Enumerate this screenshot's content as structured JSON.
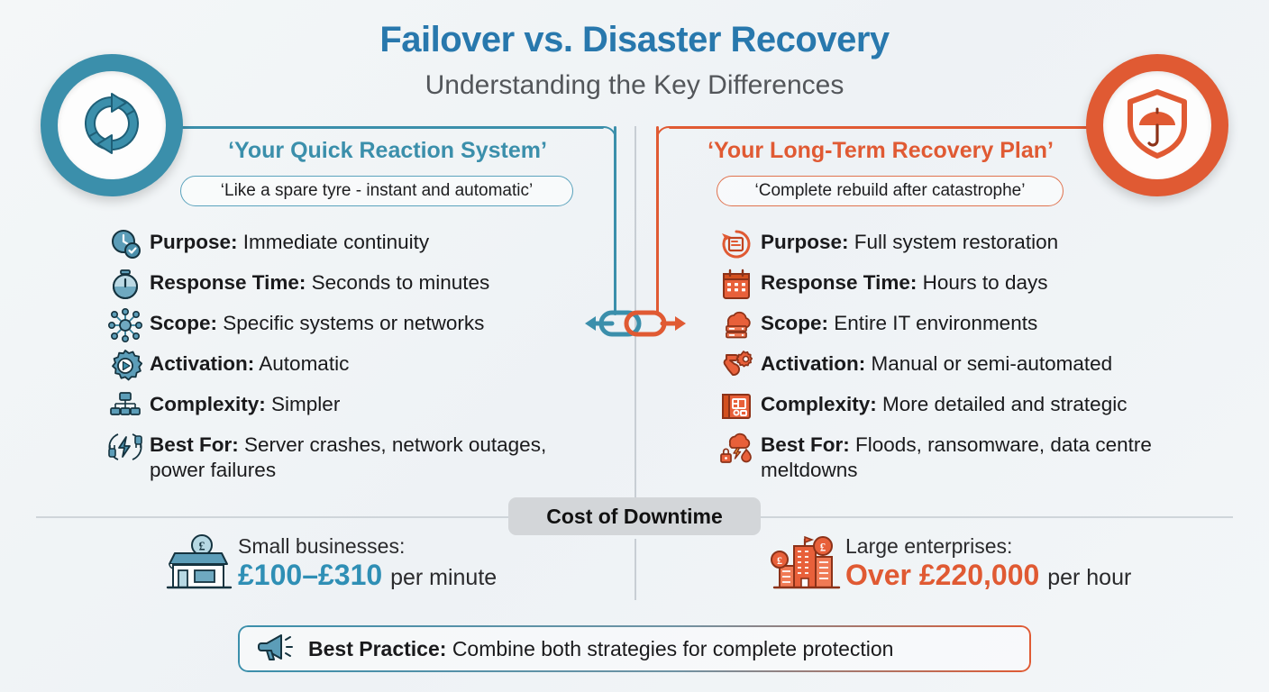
{
  "header": {
    "title": "Failover vs. Disaster Recovery",
    "subtitle": "Understanding the Key Differences"
  },
  "colors": {
    "title_blue": "#2878ad",
    "teal": "#3b8fab",
    "orange": "#e05a33",
    "background": "#f2f5f7",
    "divider": "#c8ced4"
  },
  "badges": {
    "left": {
      "icon": "sync-refresh-icon",
      "color": "#3b8fab"
    },
    "right": {
      "icon": "shield-umbrella-icon",
      "color": "#e05a33"
    }
  },
  "connector": {
    "icon": "chain-link-icon"
  },
  "left_column": {
    "heading": "‘Your Quick Reaction System’",
    "pill": "‘Like a spare tyre - instant and automatic’",
    "items": [
      {
        "icon": "clock-check-icon",
        "label": "Purpose:",
        "value": "Immediate continuity"
      },
      {
        "icon": "stopwatch-icon",
        "label": "Response Time:",
        "value": "Seconds to minutes"
      },
      {
        "icon": "network-nodes-icon",
        "label": "Scope:",
        "value": "Specific systems or networks"
      },
      {
        "icon": "gear-play-icon",
        "label": "Activation:",
        "value": "Automatic"
      },
      {
        "icon": "hierarchy-icon",
        "label": "Complexity:",
        "value": "Simpler"
      },
      {
        "icon": "power-plug-bolt-icon",
        "label": "Best For:",
        "value": "Server crashes, network outages, power failures"
      }
    ]
  },
  "right_column": {
    "heading": "‘Your Long-Term Recovery Plan’",
    "pill": "‘Complete rebuild after catastrophe’",
    "items": [
      {
        "icon": "restore-arrow-icon",
        "label": "Purpose:",
        "value": "Full system restoration"
      },
      {
        "icon": "calendar-icon",
        "label": "Response Time:",
        "value": "Hours to days"
      },
      {
        "icon": "cloud-server-icon",
        "label": "Scope:",
        "value": "Entire IT environments"
      },
      {
        "icon": "hand-gear-icon",
        "label": "Activation:",
        "value": "Manual or semi-automated"
      },
      {
        "icon": "blueprint-icon",
        "label": "Complexity:",
        "value": "More detailed and strategic"
      },
      {
        "icon": "storm-fire-lock-icon",
        "label": "Best For:",
        "value": "Floods, ransomware, data centre meltdowns"
      }
    ]
  },
  "cost": {
    "title": "Cost of Downtime",
    "small": {
      "icon": "shop-pound-icon",
      "label": "Small businesses:",
      "amount": "£100–£310",
      "unit": "per minute"
    },
    "large": {
      "icon": "office-pound-icon",
      "label": "Large enterprises:",
      "amount": "Over £220,000",
      "unit": "per hour"
    }
  },
  "banner": {
    "icon": "megaphone-icon",
    "label": "Best Practice:",
    "value": "Combine both strategies for complete protection"
  }
}
